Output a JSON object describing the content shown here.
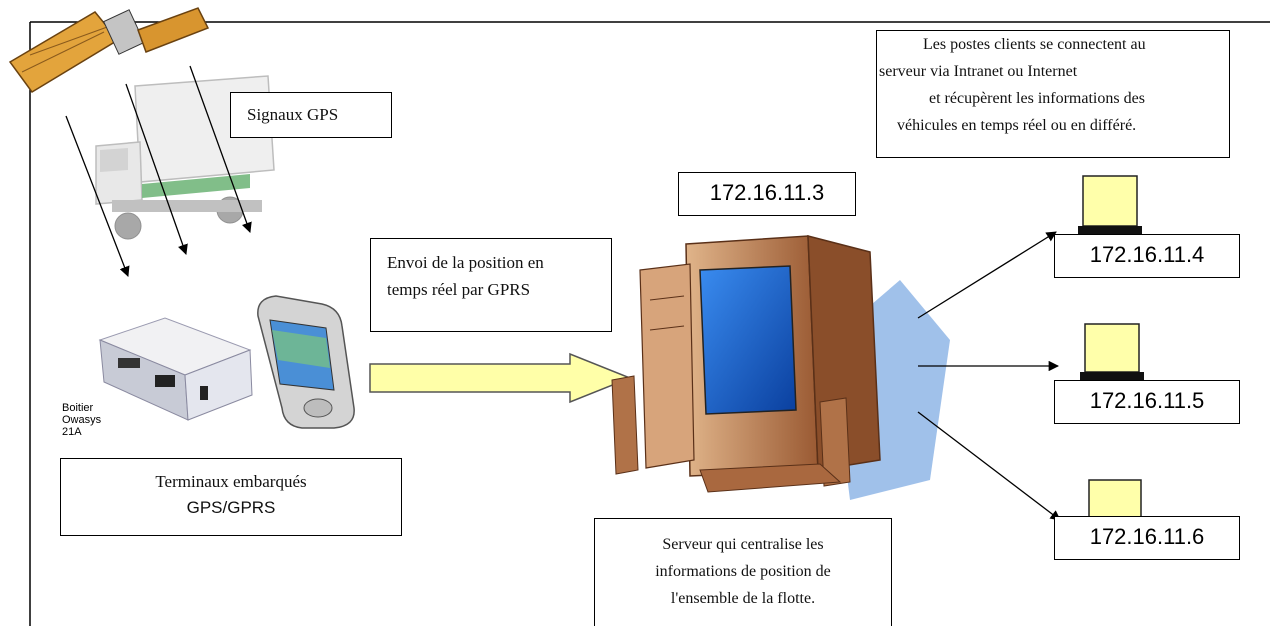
{
  "client_note": [
    "Les postes clients se connectent au",
    "serveur via Intranet ou Internet",
    "et récupèrent les informations des",
    "véhicules en temps réel ou en différé."
  ],
  "gps_signal_label": "Signaux GPS",
  "server_ip": "172.16.11.3",
  "transmission_note": [
    "Envoi de la position en",
    "temps réel par GPRS"
  ],
  "client_ips": [
    "172.16.11.4",
    "172.16.11.5",
    "172.16.11.6"
  ],
  "device_label": [
    "Boitier",
    "Owasys",
    "21A"
  ],
  "terminals_note": [
    "Terminaux embarqués",
    "GPS/GPRS"
  ],
  "server_note": [
    "Serveur qui centralise les",
    "informations de position de",
    "l'ensemble de la flotte."
  ],
  "colors": {
    "monitor_screen": "#1e6fd6",
    "computer_body": "#c98c5c",
    "client_screen": "#ffffaa",
    "transfer_arrow": "#ffffa8",
    "satellite_panel": "#e3a43c",
    "server_shadow": "#8fb6e6"
  },
  "icons": [
    "satellite-icon",
    "truck-icon",
    "gps-box-icon",
    "pda-icon",
    "server-computer-icon",
    "client-computer-icon"
  ]
}
